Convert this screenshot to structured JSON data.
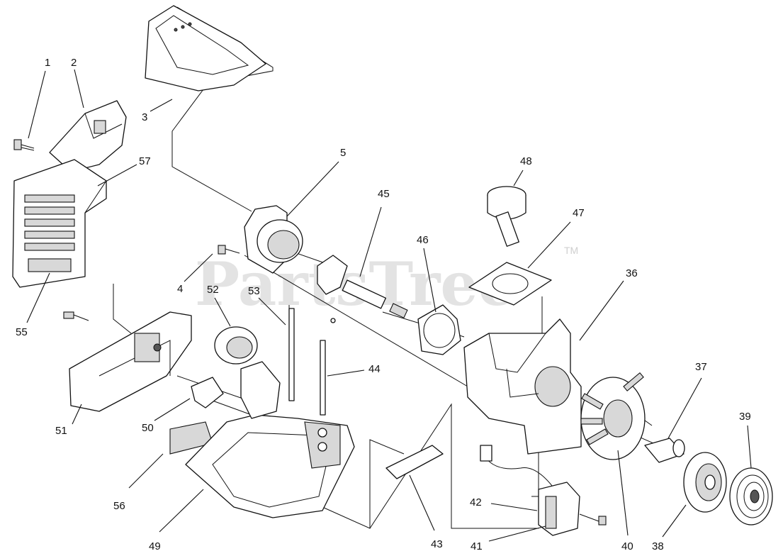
{
  "watermark": {
    "text": "PartsTree",
    "trademark": "TM"
  },
  "callouts": [
    {
      "id": "c1",
      "label": "1"
    },
    {
      "id": "c2",
      "label": "2"
    },
    {
      "id": "c3",
      "label": "3"
    },
    {
      "id": "c4",
      "label": "4"
    },
    {
      "id": "c5",
      "label": "5"
    },
    {
      "id": "c36",
      "label": "36"
    },
    {
      "id": "c37",
      "label": "37"
    },
    {
      "id": "c38",
      "label": "38"
    },
    {
      "id": "c39",
      "label": "39"
    },
    {
      "id": "c40",
      "label": "40"
    },
    {
      "id": "c41",
      "label": "41"
    },
    {
      "id": "c42",
      "label": "42"
    },
    {
      "id": "c43",
      "label": "43"
    },
    {
      "id": "c44",
      "label": "44"
    },
    {
      "id": "c45",
      "label": "45"
    },
    {
      "id": "c46",
      "label": "46"
    },
    {
      "id": "c47",
      "label": "47"
    },
    {
      "id": "c48",
      "label": "48"
    },
    {
      "id": "c49",
      "label": "49"
    },
    {
      "id": "c50",
      "label": "50"
    },
    {
      "id": "c51",
      "label": "51"
    },
    {
      "id": "c52",
      "label": "52"
    },
    {
      "id": "c53",
      "label": "53"
    },
    {
      "id": "c55",
      "label": "55"
    },
    {
      "id": "c56",
      "label": "56"
    },
    {
      "id": "c57",
      "label": "57"
    }
  ]
}
